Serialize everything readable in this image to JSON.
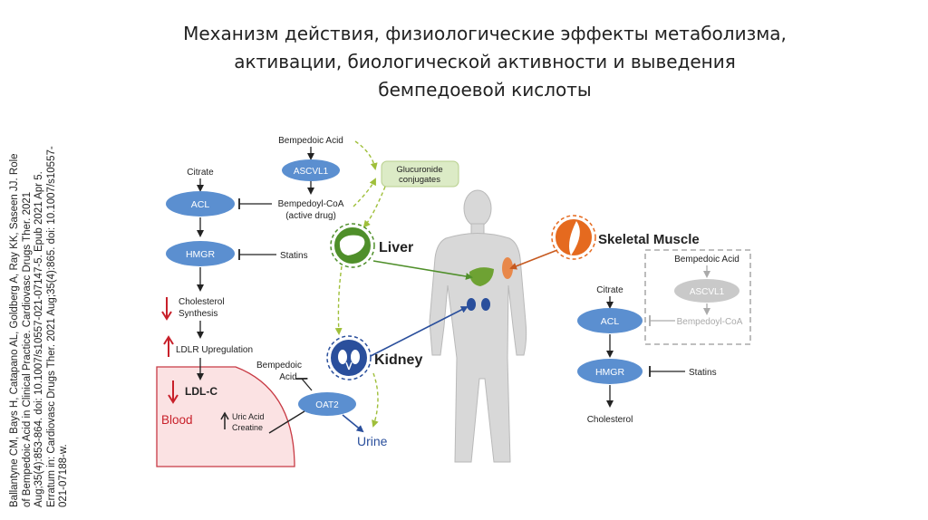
{
  "title": {
    "line1": "Механизм действия, физиологические эффекты метаболизма,",
    "line2": "активации, биологической активности и выведения",
    "line3": "бемпедоевой кислоты"
  },
  "citation": {
    "line1": "Ballantyne CM, Bays H, Catapano AL, Goldberg A, Ray KK, Saseen JJ. Role",
    "line2": "of Bempedoic Acid in Clinical Practice. Cardiovasc Drugs Ther. 2021",
    "line3": "Aug;35(4):853-864. doi: 10.1007/s10557-021-07147-5. Epub 2021 Apr 5.",
    "line4": "Erratum in: Cardiovasc Drugs Ther. 2021 Aug;35(4):865. doi: 10.1007/s10557-",
    "line5": "021-07188-w."
  },
  "liver_pathway": {
    "bempedoic_acid": "Bempedoic Acid",
    "ascvl1": "ASCVL1",
    "glucuronide_1": "Glucuronide",
    "glucuronide_2": "conjugates",
    "citrate": "Citrate",
    "acl": "ACL",
    "bempedoyl_coa": "Bempedoyl-CoA",
    "active_drug": "(active drug)",
    "hmgr": "HMGR",
    "statins": "Statins",
    "cholesterol": "Cholesterol",
    "synthesis": "Synthesis",
    "ldlr": "LDLR Upregulation",
    "ldl_c": "LDL-C",
    "blood": "Blood"
  },
  "kidney_pathway": {
    "bempedoic": "Bempedoic",
    "acid": "Acid",
    "oat2": "OAT2",
    "uric_acid": "Uric Acid",
    "creatine": "Creatine",
    "urine": "Urine"
  },
  "organs": {
    "liver": "Liver",
    "kidney": "Kidney",
    "skeletal_muscle": "Skeletal Muscle"
  },
  "muscle_pathway": {
    "bempedoic_acid": "Bempedoic Acid",
    "ascvl1": "ASCVL1",
    "bempedoyl_coa": "Bempedoyl-CoA",
    "citrate": "Citrate",
    "acl": "ACL",
    "hmgr": "HMGR",
    "statins": "Statins",
    "cholesterol": "Cholesterol"
  },
  "colors": {
    "enzyme_blue": "#5b8fd0",
    "liver_green": "#4f8f2a",
    "glucuronide_bg": "#dcebc6",
    "kidney_blue": "#2a4f9c",
    "muscle_orange": "#e56a1f",
    "blood_pink": "#fbe2e3",
    "down_arrow_red": "#c8202a",
    "gray_enzyme": "#c9c9c9"
  }
}
